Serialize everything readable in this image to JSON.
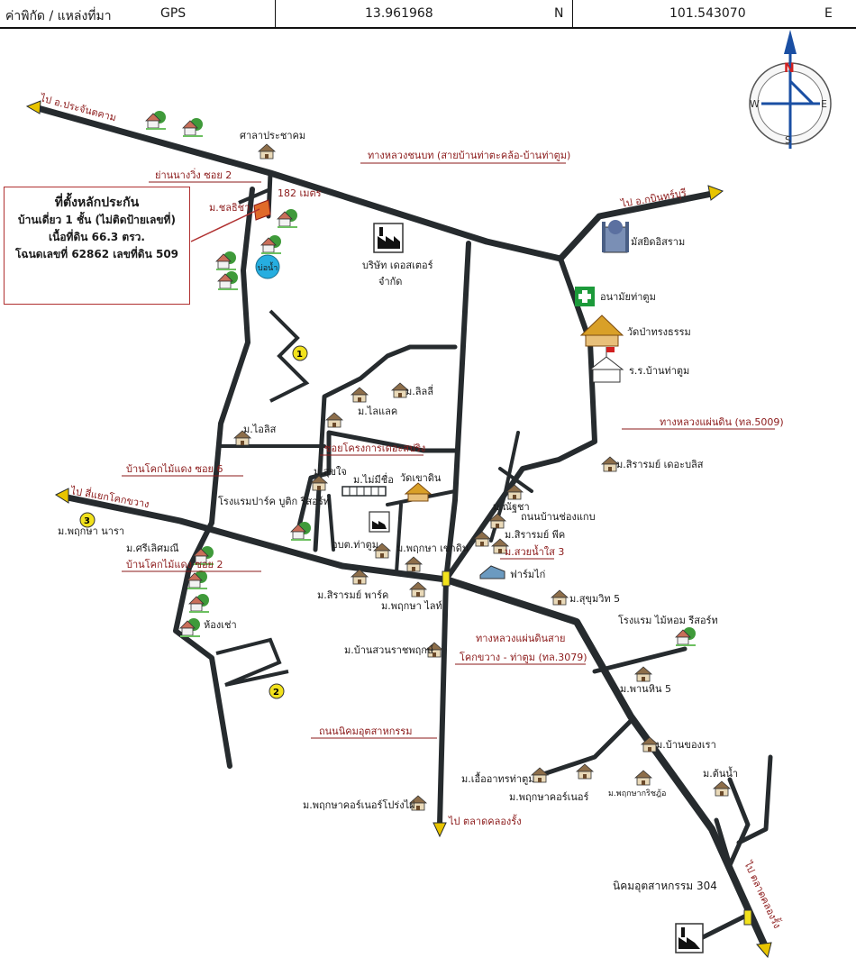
{
  "header": {
    "coord_label": "ค่าพิกัด / แหล่งที่มา",
    "source": "GPS",
    "latitude": "13.961968",
    "lat_unit": "N",
    "longitude": "101.543070",
    "lon_unit": "E"
  },
  "compass": {
    "n": "N",
    "s": "S",
    "e": "E",
    "w": "W"
  },
  "info_box": {
    "title": "ที่ตั้งหลักประกัน",
    "line1": "บ้านเดี่ยว 1 ชั้น (ไม่ติดป้ายเลขที่)",
    "line2": "เนื้อที่ดิน 66.3 ตรว.",
    "line3": "โฉนดเลขที่ 62862 เลขที่ดิน 509"
  },
  "labels": {
    "to_prachantakham": "ไป อ.ประจันตคาม",
    "to_kabinburi": "ไป อ.กบินทร์บุรี",
    "to_khok_khwang": "ไป สี่แยกโคกขวาง",
    "to_talad_khlong_rung": "ไป ตลาดคลองรั้ง",
    "to_khlong_rung_2": "ไป ตลาดคลองรั้ง",
    "sala": "ศาลาประชาคม",
    "soi_nangwing": "ย่านนางวิ่ง ซอย 2",
    "rural_road": "ทางหลวงชนบท (สายบ้านท่าตะคล้อ-บ้านท่าตูม)",
    "distance": "182 เมตร",
    "mu_chonthicha": "ม.ชลธิชา",
    "pond": "บ่อน้ำ",
    "company": "บริษัท เดอสเตอร์",
    "company2": "จำกัด",
    "mosque": "มัสยิดอิสราม",
    "health": "อนามัยท่าตูม",
    "temple": "วัดป่าทรงธรรม",
    "school": "ร.ร.บ้านท่าตูม",
    "highway_5009": "ทางหลวงแผ่นดิน (ทล.5009)",
    "mu_lilli": "ม.ลิลลี่",
    "mu_lailak": "ม.ไลแลค",
    "mu_ailis": "ม.ไอลิส",
    "soi_krongkan": "ซอยโครงการเดอะสปริง",
    "khok_mai_daeng_6": "บ้านโคกไม้แดง ซอย 6",
    "mu_sirarom_the_bliss": "ม.สิรารมย์ เดอะบลิส",
    "mu_sukchai": "ม.สุขใจ",
    "mu_maimeechue": "ม.ไม่มีชื่อ",
    "wat_khao_din": "วัดเขาดิน",
    "hotel_park": "โรงแรมปาร์ค บูติก รีสอร์ท",
    "mu_nanthicha": "ม.ณัฐชา",
    "road_chongkaep": "ถนนบ้านช่องแกบ",
    "mu_pruksa_nara": "ม.พฤกษา นารา",
    "mu_srilert": "ม.ศรีเลิศมณี",
    "obt": "อบต.ท่าตูม",
    "mu_pruksa_khaodin": "ม.พฤกษา เขาดิน",
    "mu_sirarom_peak": "ม.สิรารมย์ พีค",
    "mu_suaynamsai": "ม.สวยน้ำใส 3",
    "farm": "ฟาร์มไก่",
    "khok_mai_daeng_2": "บ้านโคกไม้แดง ซอย 2",
    "mu_sirarom_park": "ม.สิรารมย์ พาร์ค",
    "mu_pruksa_light": "ม.พฤกษา ไลท์",
    "mu_sukhumvit": "ม.สุขุมวิท 5",
    "row_house": "ห้องเช่า",
    "hotel_maihom": "โรงแรม ไม้หอม รีสอร์ท",
    "mu_suan_rat": "ม.บ้านสวนราชพฤกษ์",
    "highway_3079": "ทางหลวงแผ่นดินสาย",
    "highway_3079b": "โคกขวาง - ท่าตูม (ทล.3079)",
    "mu_phanhin": "ม.พานหิน 5",
    "road_industrial": "ถนนนิคมอุตสาหกรรม",
    "mu_ban_khong_rao": "ม.บ้านของเรา",
    "mu_uea_athorn": "ม.เอื้ออาทรท่าตูม",
    "mu_ton_nam": "ม.ต้นน้ำ",
    "mu_pruksa_corner": "ม.พฤกษาคอร์เนอร์",
    "mu_pruksa_krisada": "ม.พฤกษากริชฎ้อ",
    "mu_pruksa_corner_prong": "ม.พฤกษาคอร์เนอร์โปร่งไผ่",
    "industrial_304": "นิคมอุตสาหกรรม 304",
    "marker1": "1",
    "marker2": "2",
    "marker3": "3"
  },
  "colors": {
    "road": "#262b2e",
    "accent_red": "#8b1a1a",
    "arrow_yellow": "#e8c400",
    "marker_yellow": "#f2e21c",
    "pond": "#26aee0",
    "compass_blue": "#1a4fa3",
    "compass_red": "#d11f1f",
    "health_green": "#1c9a3a"
  }
}
